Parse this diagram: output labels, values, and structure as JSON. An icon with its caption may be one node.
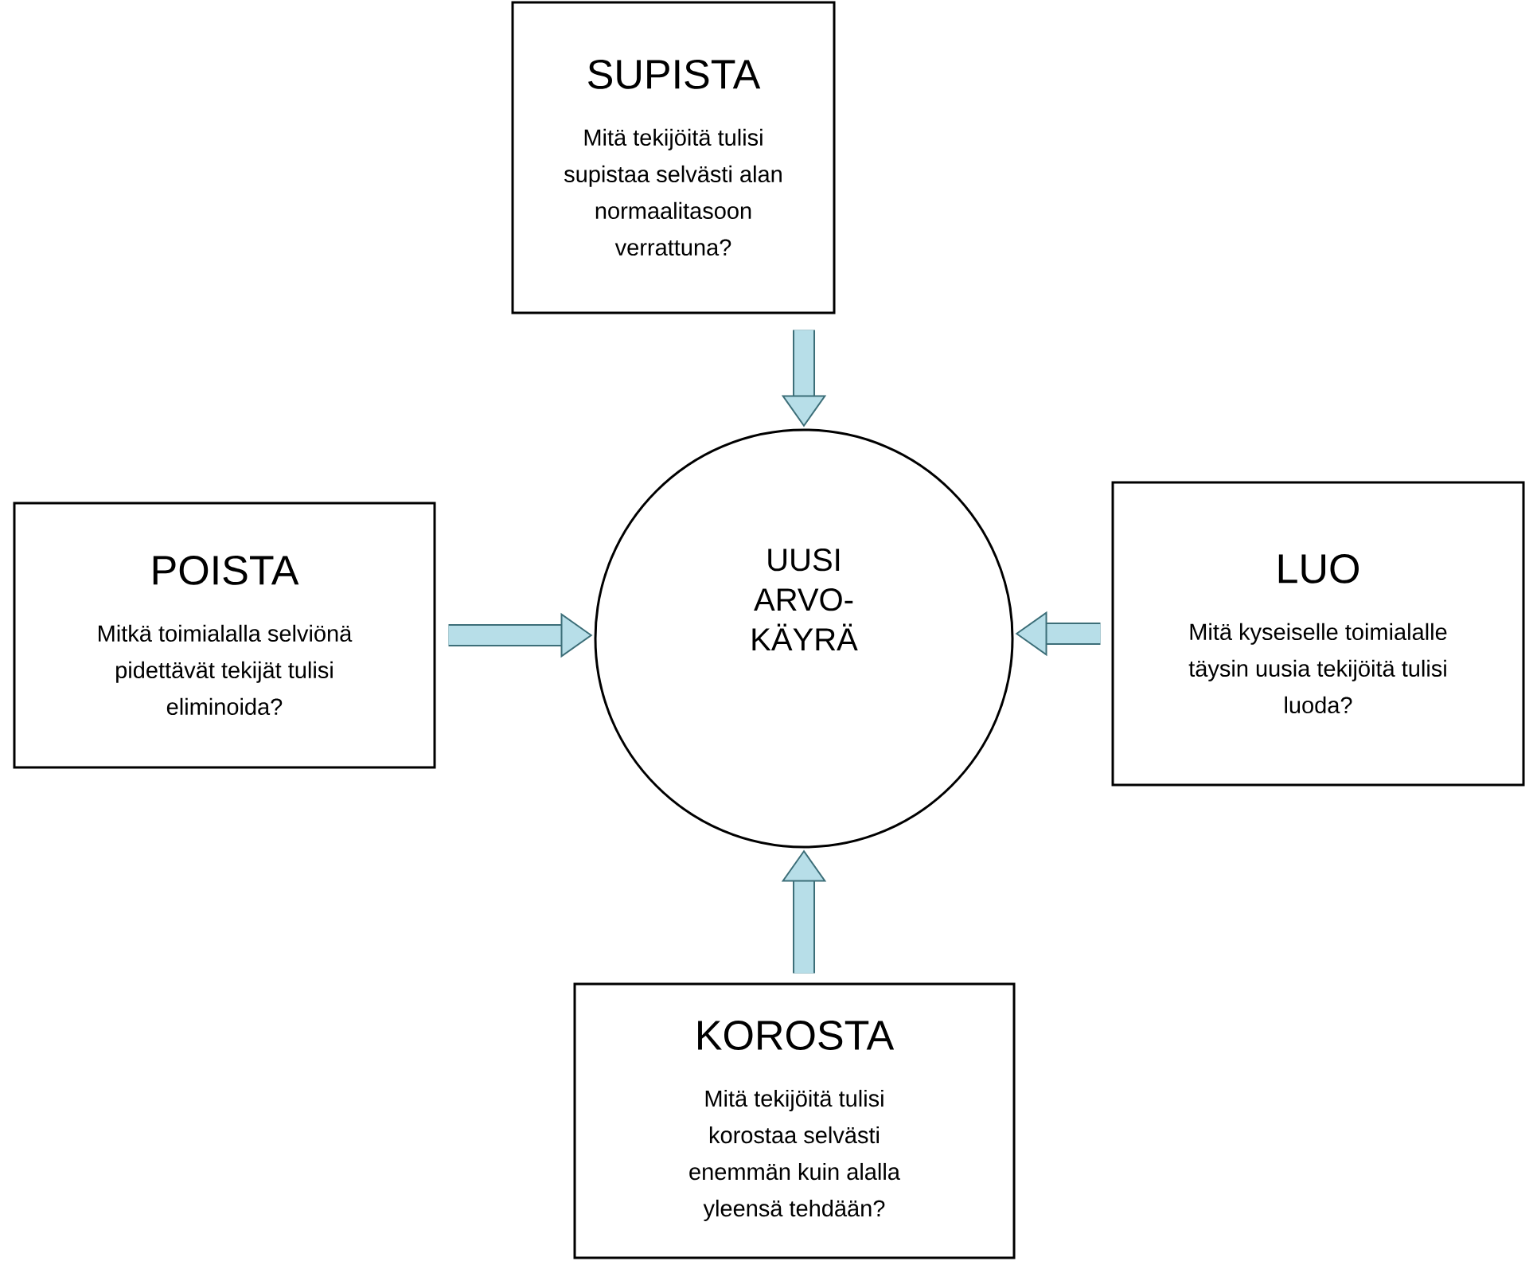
{
  "diagram": {
    "nodes": [
      {
        "text": [
          "SUPISTA",
          "Mitä tekijöitä tulisi supistaa selvästi alan normaalitasoon verrattuna?"
        ]
      },
      {
        "text": [
          "POISTA",
          "Mitkä toimialalla selviönä pidettävät tekijät tulisi eliminoida?"
        ]
      },
      {
        "text": [
          "UUSI ARVO-KÄYRÄ"
        ]
      },
      {
        "text": [
          "LUO",
          "Mitä kyseiselle toimialalle täysin uusia tekijöitä tulisi luoda?"
        ]
      },
      {
        "text": [
          "KOROSTA",
          "Mitä tekijöitä tulisi korostaa selvästi enemmän kuin alalla yleensä tehdään?"
        ]
      }
    ],
    "edges": [
      {
        "from": 0,
        "to": 2,
        "arrow": "to"
      },
      {
        "from": 1,
        "to": 2,
        "arrow": "to"
      },
      {
        "from": 3,
        "to": 2,
        "arrow": "to"
      },
      {
        "from": 4,
        "to": 2,
        "arrow": "to"
      }
    ]
  }
}
